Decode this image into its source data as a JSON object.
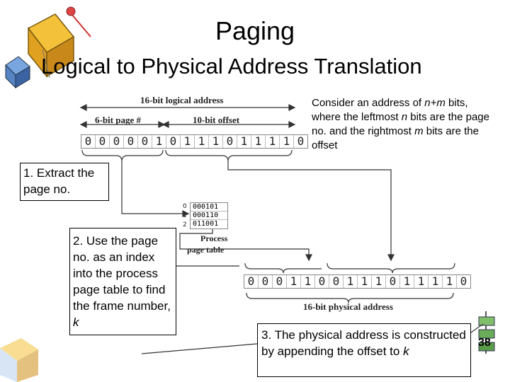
{
  "title": "Paging",
  "subtitle": "Logical to Physical Address Translation",
  "logical": {
    "label": "16-bit logical address",
    "page_label": "6-bit page #",
    "offset_label": "10-bit offset",
    "bits": [
      "0",
      "0",
      "0",
      "0",
      "0",
      "1",
      "0",
      "1",
      "1",
      "1",
      "0",
      "1",
      "1",
      "1",
      "1",
      "0"
    ]
  },
  "physical": {
    "label": "16-bit physical address",
    "bits": [
      "0",
      "0",
      "0",
      "1",
      "1",
      "0",
      "0",
      "1",
      "1",
      "1",
      "0",
      "1",
      "1",
      "1",
      "1",
      "0"
    ]
  },
  "page_table": {
    "label_line1": "Process",
    "label_line2": "page table",
    "indices": [
      "0",
      "1",
      "2"
    ],
    "rows": [
      "000101",
      "000110",
      "011001"
    ]
  },
  "consider": {
    "p1": "Consider an address of ",
    "v1": "n+m",
    "p2": " bits, where the leftmost ",
    "v2": "n",
    "p3": " bits are the page no. and the rightmost ",
    "v3": "m",
    "p4": " bits are the offset"
  },
  "steps": {
    "s1": "1. Extract the page no.",
    "s2a": "2. Use the page no. as an index into the process page table to find the frame number, ",
    "s2v": "k",
    "s3a": "3. The physical address is constructed by appending the offset to ",
    "s3v": "k"
  },
  "slide_number": "38",
  "icons": [
    "cube-decoration-icon",
    "cube-small-icon",
    "pushpin-icon",
    "gear-stack-icon"
  ]
}
